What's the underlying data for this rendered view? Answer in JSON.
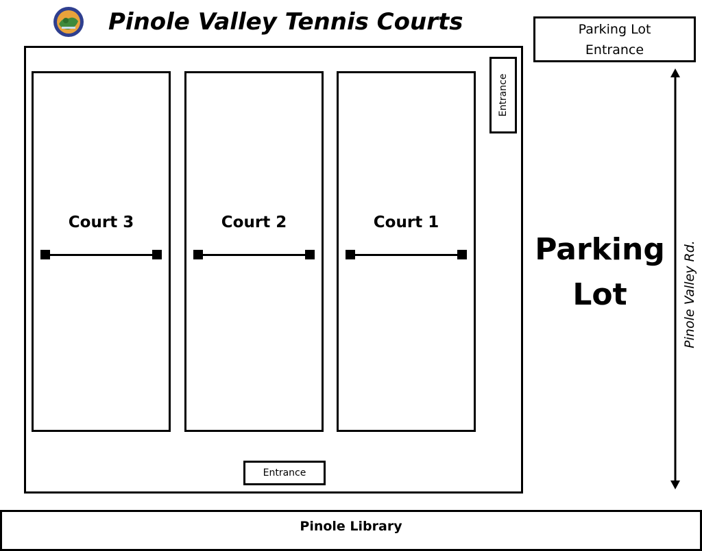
{
  "title": "Pinole Valley Tennis Courts",
  "logo": {
    "icon": "city-seal-logo",
    "colors": [
      "#2f3f8f",
      "#e9a23b",
      "#3f8a3c"
    ]
  },
  "courts": [
    {
      "label": "Court 3"
    },
    {
      "label": "Court 2"
    },
    {
      "label": "Court 1"
    }
  ],
  "entrances": {
    "side": "Entrance",
    "bottom": "Entrance"
  },
  "parking": {
    "entrance_label_line1": "Parking Lot",
    "entrance_label_line2": "Entrance",
    "lot_label_line1": "Parking",
    "lot_label_line2": "Lot"
  },
  "road": {
    "label": "Pinole Valley Rd."
  },
  "library": {
    "label": "Pinole Library"
  }
}
